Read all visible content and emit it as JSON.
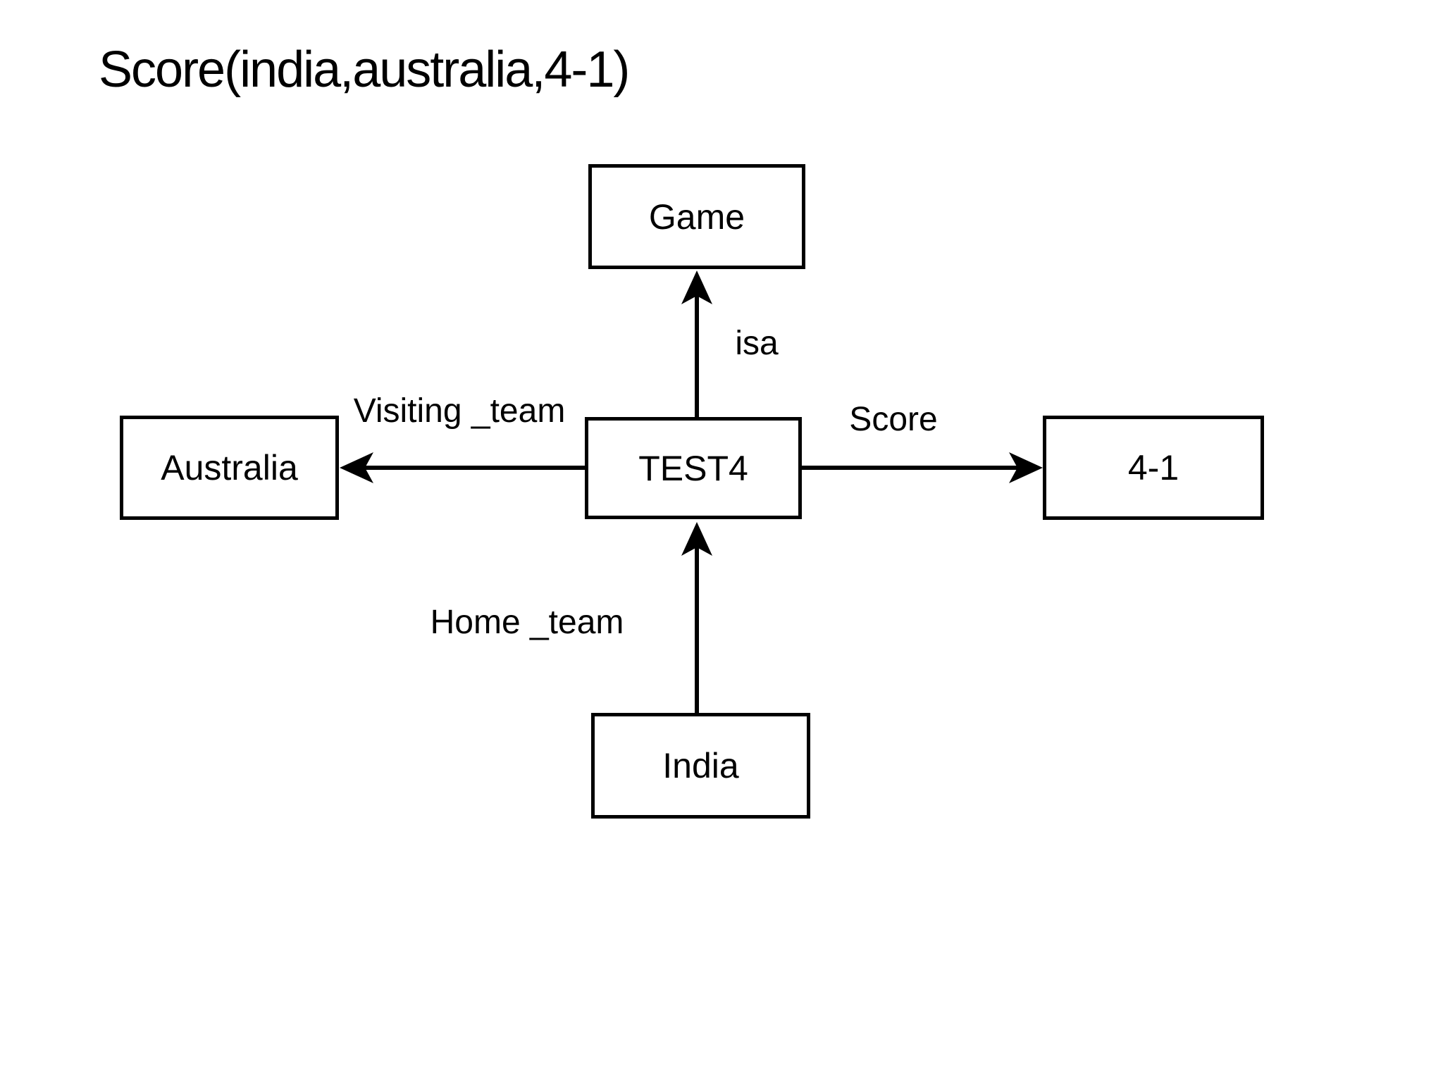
{
  "title": "Score(india,australia,4-1)",
  "diagram": {
    "type": "semantic-network",
    "nodes": [
      {
        "id": "game",
        "label": "Game"
      },
      {
        "id": "test4",
        "label": "TEST4"
      },
      {
        "id": "australia",
        "label": "Australia"
      },
      {
        "id": "result",
        "label": "4-1"
      },
      {
        "id": "india",
        "label": "India"
      }
    ],
    "edges": [
      {
        "from": "test4",
        "to": "game",
        "label": "isa"
      },
      {
        "from": "test4",
        "to": "australia",
        "label": "Visiting _team"
      },
      {
        "from": "test4",
        "to": "result",
        "label": "Score"
      },
      {
        "from": "india",
        "to": "test4",
        "label": "Home _team"
      }
    ],
    "colors": {
      "background": "#ffffff",
      "line": "#000000",
      "text": "#000000"
    }
  }
}
